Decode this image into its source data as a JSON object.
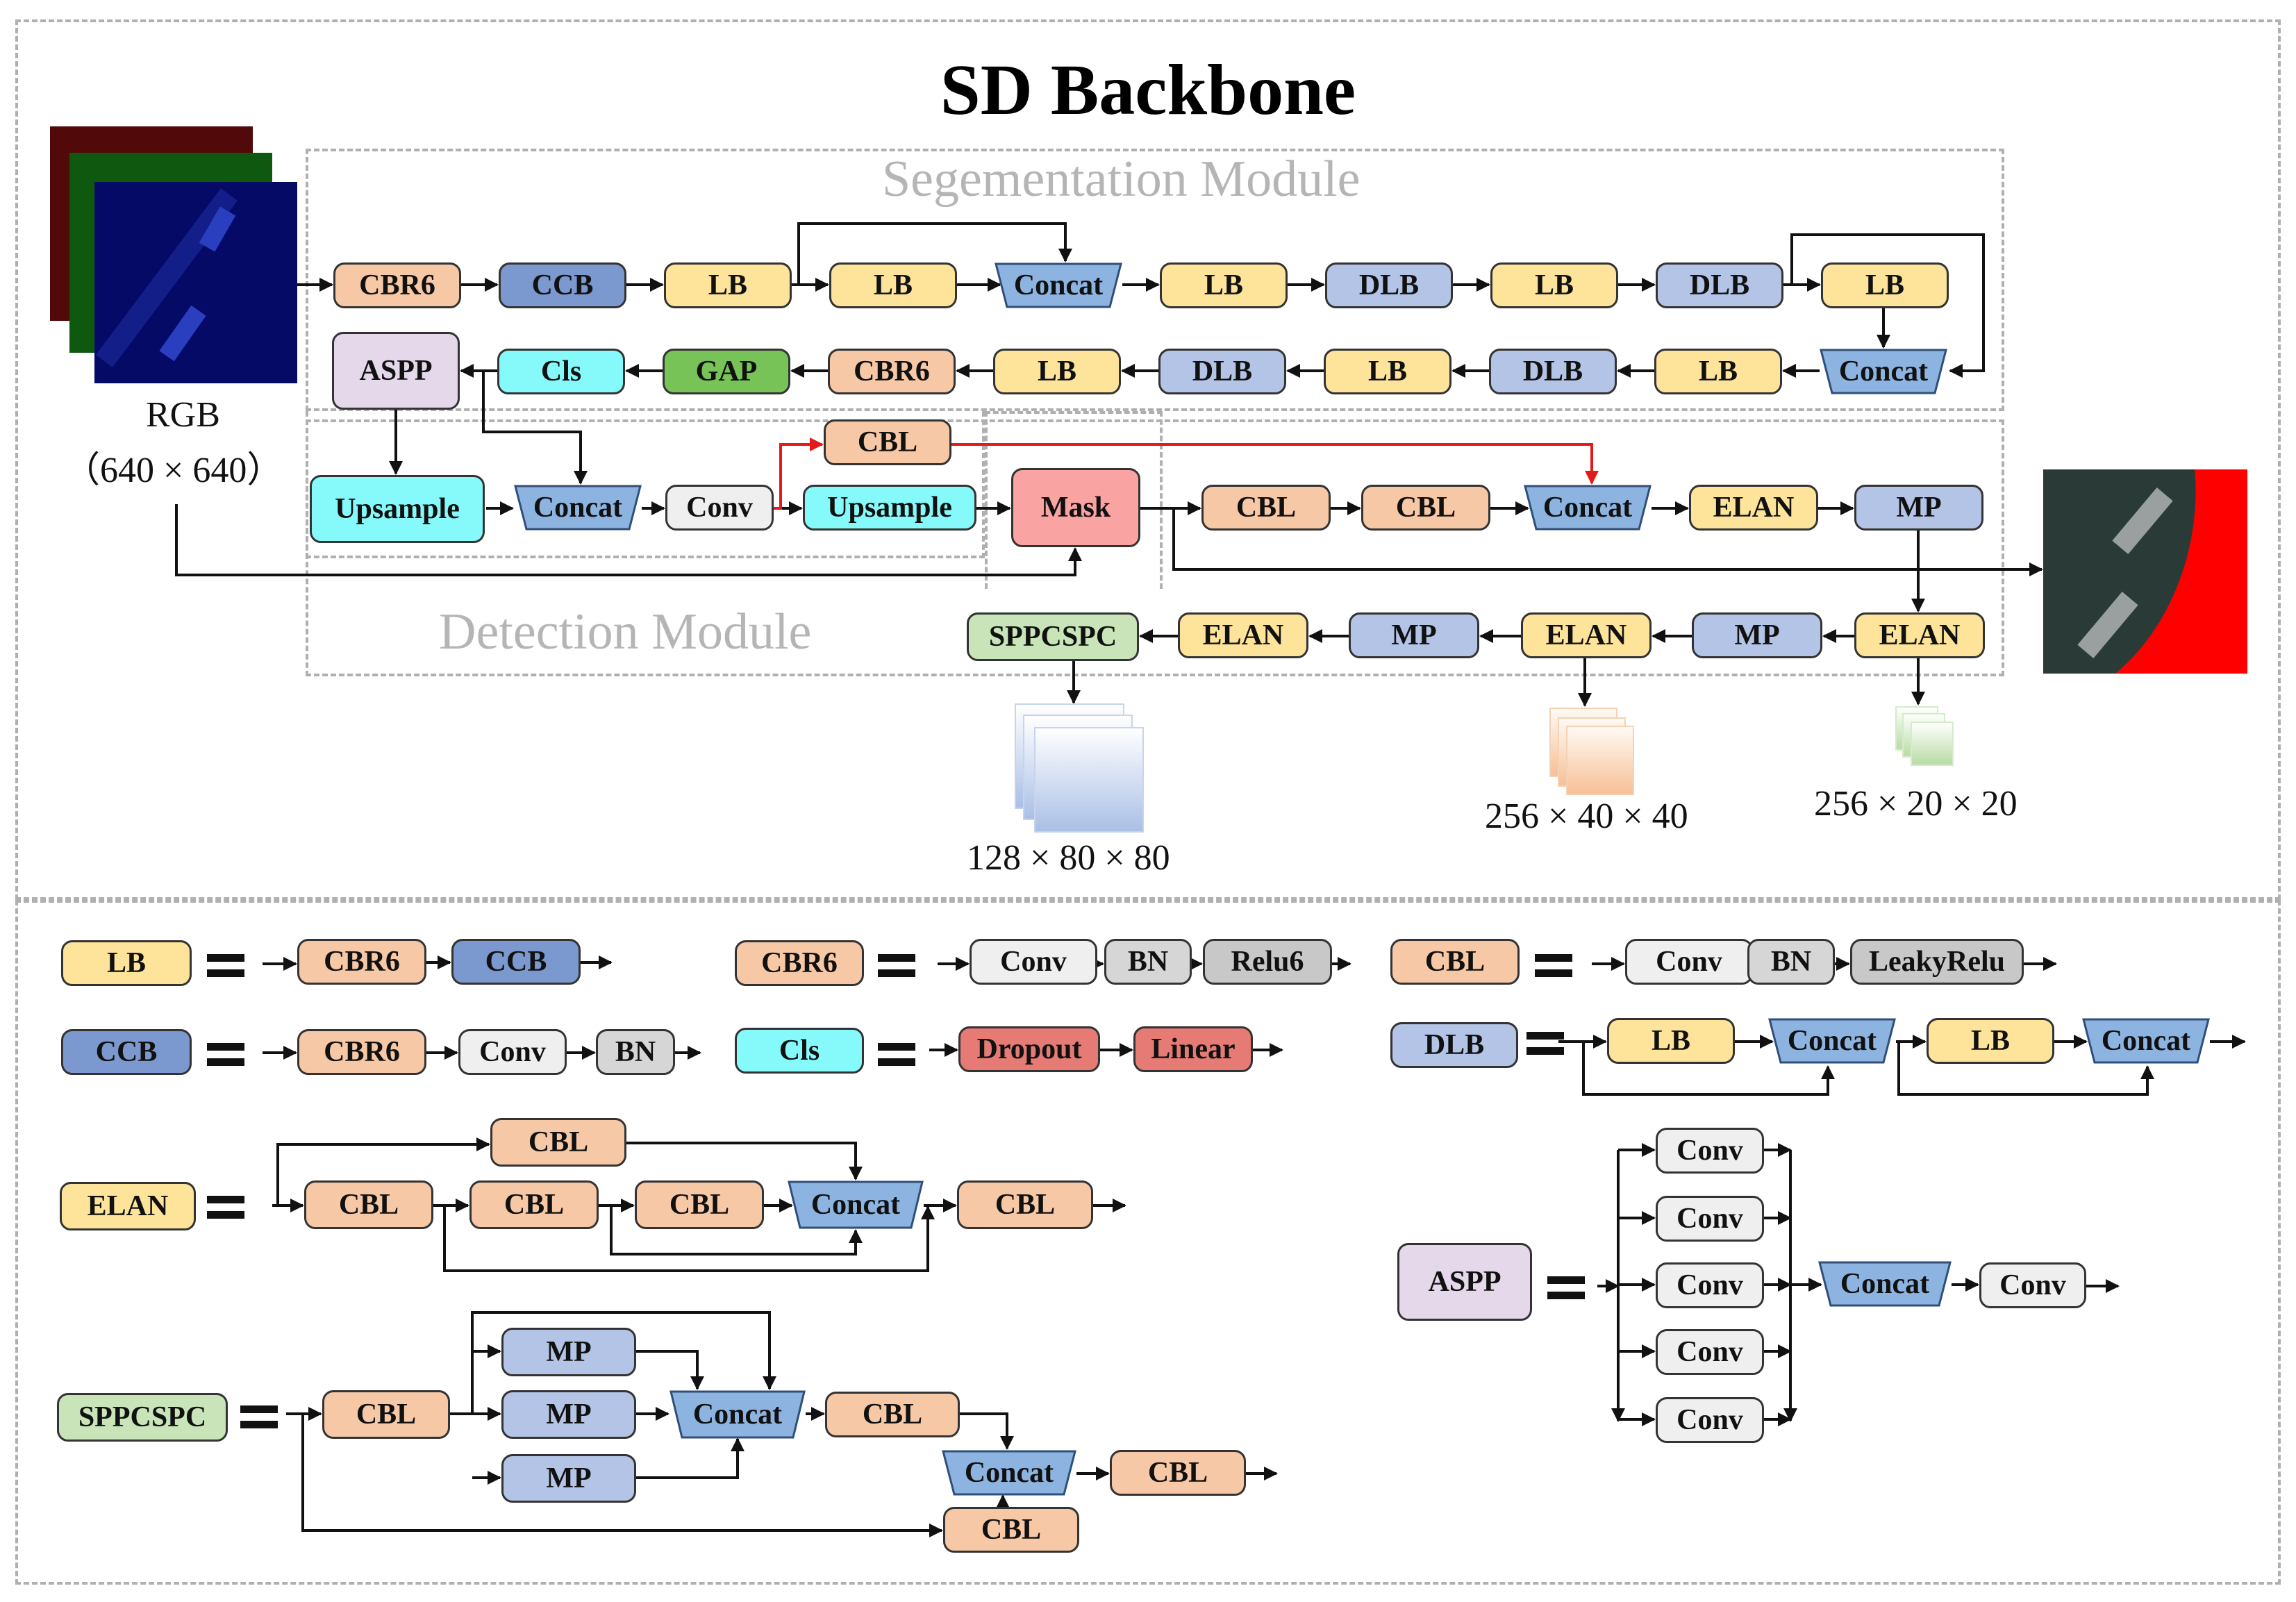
{
  "title": "SD Backbone",
  "module_labels": {
    "segmentation": "Segementation Module",
    "detection": "Detection Module"
  },
  "input": {
    "label": "RGB",
    "size": "（640 × 640）"
  },
  "outputs": [
    "128 × 80 × 80",
    "256 × 40 × 40",
    "256 × 20 × 20"
  ],
  "colors": {
    "CBR6": "#f7c8a6",
    "CCB": "#7b98cf",
    "LB": "#fde49a",
    "Concat": "#8db4e0",
    "DLB": "#b4c4e6",
    "ASPP": "#e4d8ea",
    "Cls": "#86fafa",
    "GAP": "#78c358",
    "Conv": "#efefef",
    "Upsample": "#86fafa",
    "CBL": "#f7c8a6",
    "Mask": "#f9a3a3",
    "ELAN": "#fde49a",
    "MP": "#b4c4e6",
    "SPPCSPC": "#c8e4b8",
    "BN": "#d6d6d6",
    "Relu6": "#c8c8c8",
    "LeakyRelu": "#c8c8c8",
    "Dropout": "#e57b74",
    "Linear": "#e57b74"
  },
  "nodes": {
    "n1": "CBR6",
    "n2": "CCB",
    "n3": "LB",
    "n4": "LB",
    "n5": "Concat",
    "n6": "LB",
    "n7": "DLB",
    "n8": "LB",
    "n9": "DLB",
    "n10": "LB",
    "n11": "ASPP",
    "n12": "Cls",
    "n13": "GAP",
    "n14": "CBR6",
    "n15": "LB",
    "n16": "DLB",
    "n17": "LB",
    "n18": "DLB",
    "n19": "LB",
    "n20": "Concat",
    "n21": "Upsample",
    "n22": "Concat",
    "n23": "Conv",
    "n24": "CBL",
    "n25": "Upsample",
    "n26": "Mask",
    "n27": "CBL",
    "n28": "CBL",
    "n29": "Concat",
    "n30": "ELAN",
    "n31": "MP",
    "n32": "SPPCSPC",
    "n33": "ELAN",
    "n34": "MP",
    "n35": "ELAN",
    "n36": "MP",
    "n37": "ELAN",
    "l1": "LB",
    "l2": "CBR6",
    "l3": "CCB",
    "l4": "CBR6",
    "l5": "Conv",
    "l6": "BN",
    "l7": "Relu6",
    "l8": "CBL",
    "l9": "Conv",
    "l10": "BN",
    "l11": "LeakyRelu",
    "l12": "CCB",
    "l13": "CBR6",
    "l14": "Conv",
    "l15": "BN",
    "l16": "Cls",
    "l17": "Dropout",
    "l18": "Linear",
    "l19": "DLB",
    "l20": "LB",
    "l21": "Concat",
    "l22": "LB",
    "l23": "Concat",
    "l24": "ELAN",
    "l25": "CBL",
    "l26": "CBL",
    "l27": "CBL",
    "l28": "CBL",
    "l29": "Concat",
    "l30": "CBL",
    "l31": "ASPP",
    "l32": "Conv",
    "l33": "Conv",
    "l34": "Conv",
    "l35": "Conv",
    "l36": "Conv",
    "l37": "Concat",
    "l38": "Conv",
    "l39": "SPPCSPC",
    "l40": "CBL",
    "l41": "MP",
    "l42": "MP",
    "l43": "MP",
    "l44": "Concat",
    "l45": "CBL",
    "l46": "CBL",
    "l47": "Concat",
    "l48": "CBL"
  }
}
